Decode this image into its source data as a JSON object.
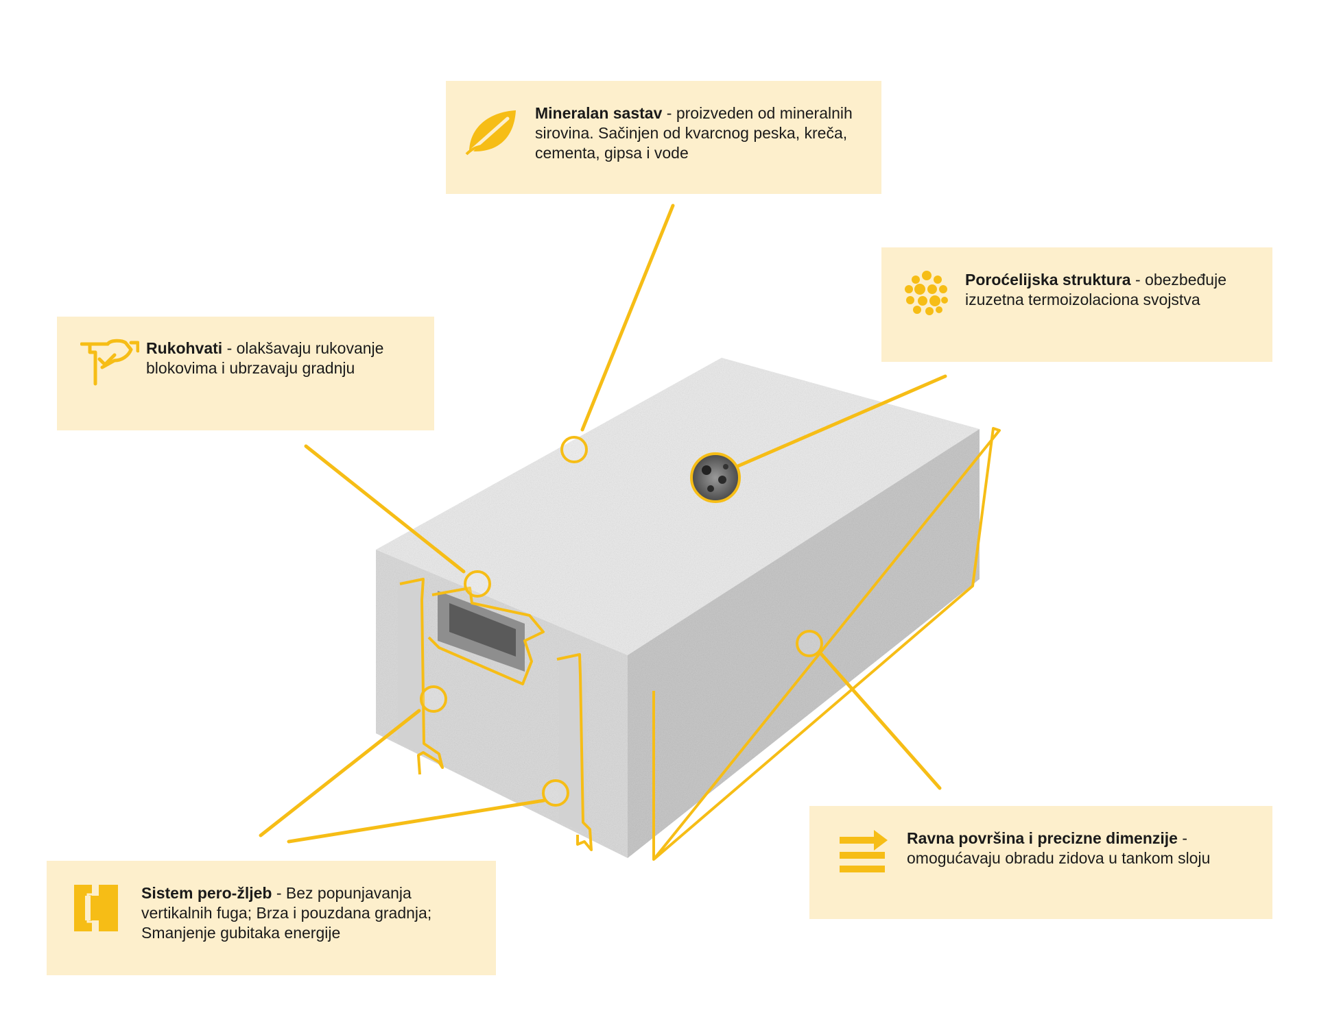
{
  "accent_color": "#f6bd16",
  "card_color": "#fdefcc",
  "features": [
    {
      "id": "mineral",
      "title": "Mineralan sastav",
      "separator": " - ",
      "description": "proizveden od mineralnih sirovina. Sačinjen od kvarcnog peska, kreča, cementa, gipsa i vode",
      "icon": "leaf-icon"
    },
    {
      "id": "pore",
      "title": "Poroćelijska struktura",
      "separator": " - ",
      "description": "obezbeđuje izuzetna termoizolaciona svojstva",
      "icon": "pores-icon"
    },
    {
      "id": "grip",
      "title": "Rukohvati",
      "separator": " - ",
      "description": "olakšavaju rukovanje blokovima i ubrzavaju gradnju",
      "icon": "hand-grip-icon"
    },
    {
      "id": "tongue",
      "title": "Sistem pero-žljeb",
      "separator": " - ",
      "description": "Bez popunjavanja vertikalnih fuga; Brza i pouzdana gradnja; Smanjenje gubitaka energije",
      "icon": "tongue-groove-icon"
    },
    {
      "id": "flat",
      "title": "Ravna površina i precizne dimenzije",
      "separator": " - ",
      "description": "omogućavaju obradu zidova u tankom sloju",
      "icon": "flat-surface-icon"
    }
  ]
}
